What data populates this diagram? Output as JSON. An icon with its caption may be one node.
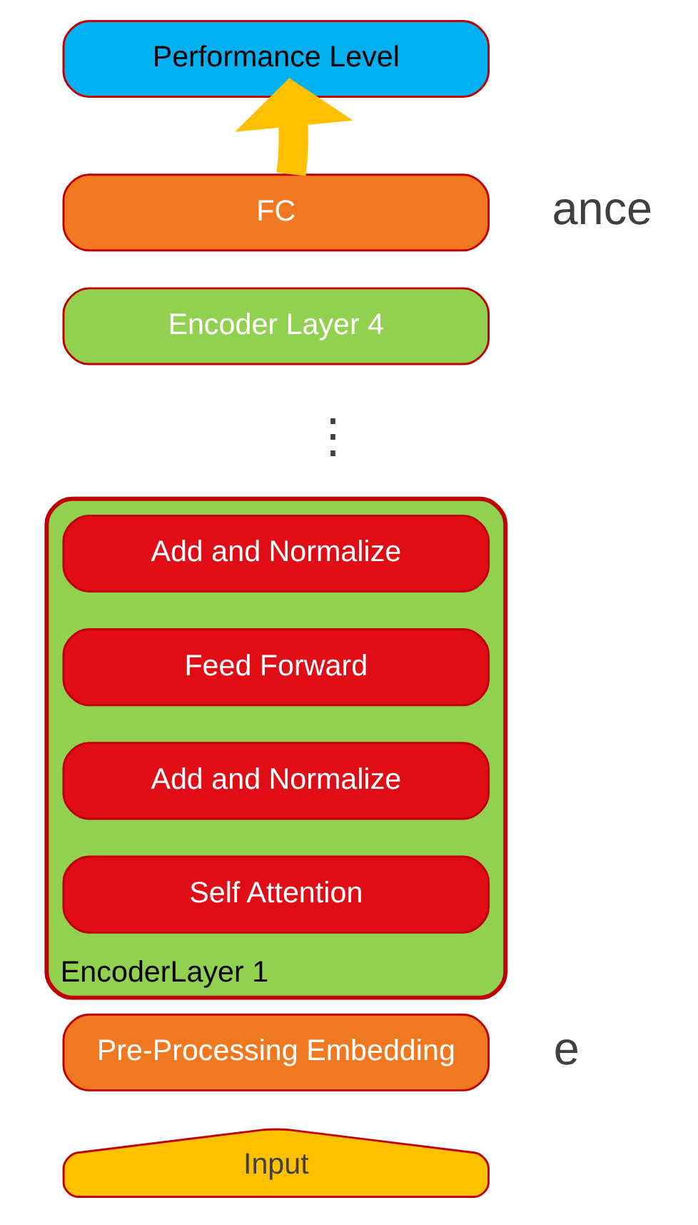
{
  "diagram": {
    "nodes": [
      {
        "text": [
          "Performance Level"
        ]
      },
      {
        "text": [
          "FC"
        ]
      },
      {
        "text": [
          "Encoder Layer 4"
        ]
      },
      {
        "text": [
          "EncoderLayer 1"
        ]
      },
      {
        "text": [
          "Add and Normalize"
        ],
        "in": 3
      },
      {
        "text": [
          "Feed Forward"
        ],
        "in": 3
      },
      {
        "text": [
          "Add and Normalize"
        ],
        "in": 3
      },
      {
        "text": [
          "Self Attention"
        ],
        "in": 3
      },
      {
        "text": [
          "Pre-Processing Embedding"
        ]
      },
      {
        "text": [
          "Input"
        ]
      }
    ],
    "edges": [
      {
        "from": 1,
        "to": 0,
        "arrow": "to",
        "color": "#ffc000"
      }
    ],
    "labels": [
      "ance",
      "⋮",
      "e"
    ]
  }
}
